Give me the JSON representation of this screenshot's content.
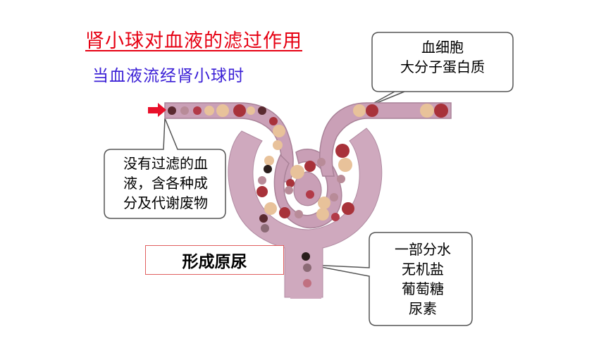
{
  "title": "肾小球对血液的滤过作用",
  "subtitle": "当血液流经肾小球时",
  "callout_large": [
    "血细胞",
    "大分子蛋白质"
  ],
  "callout_unfiltered": [
    "没有过滤的血",
    "液，含各种成",
    "分及代谢废物"
  ],
  "callout_filtrate": [
    "一部分水",
    "无机盐",
    "葡萄糖",
    "尿素"
  ],
  "result_label": "形成原尿",
  "colors": {
    "title": "#e60012",
    "subtitle": "#3a1fd6",
    "tube": "#c8a3b8",
    "tube_dark": "#9b7a8d",
    "arrow": "#e8102a",
    "rbc": "#a8323a",
    "particle_tan": "#e8c29a",
    "particle_dark": "#2a1e1c"
  }
}
